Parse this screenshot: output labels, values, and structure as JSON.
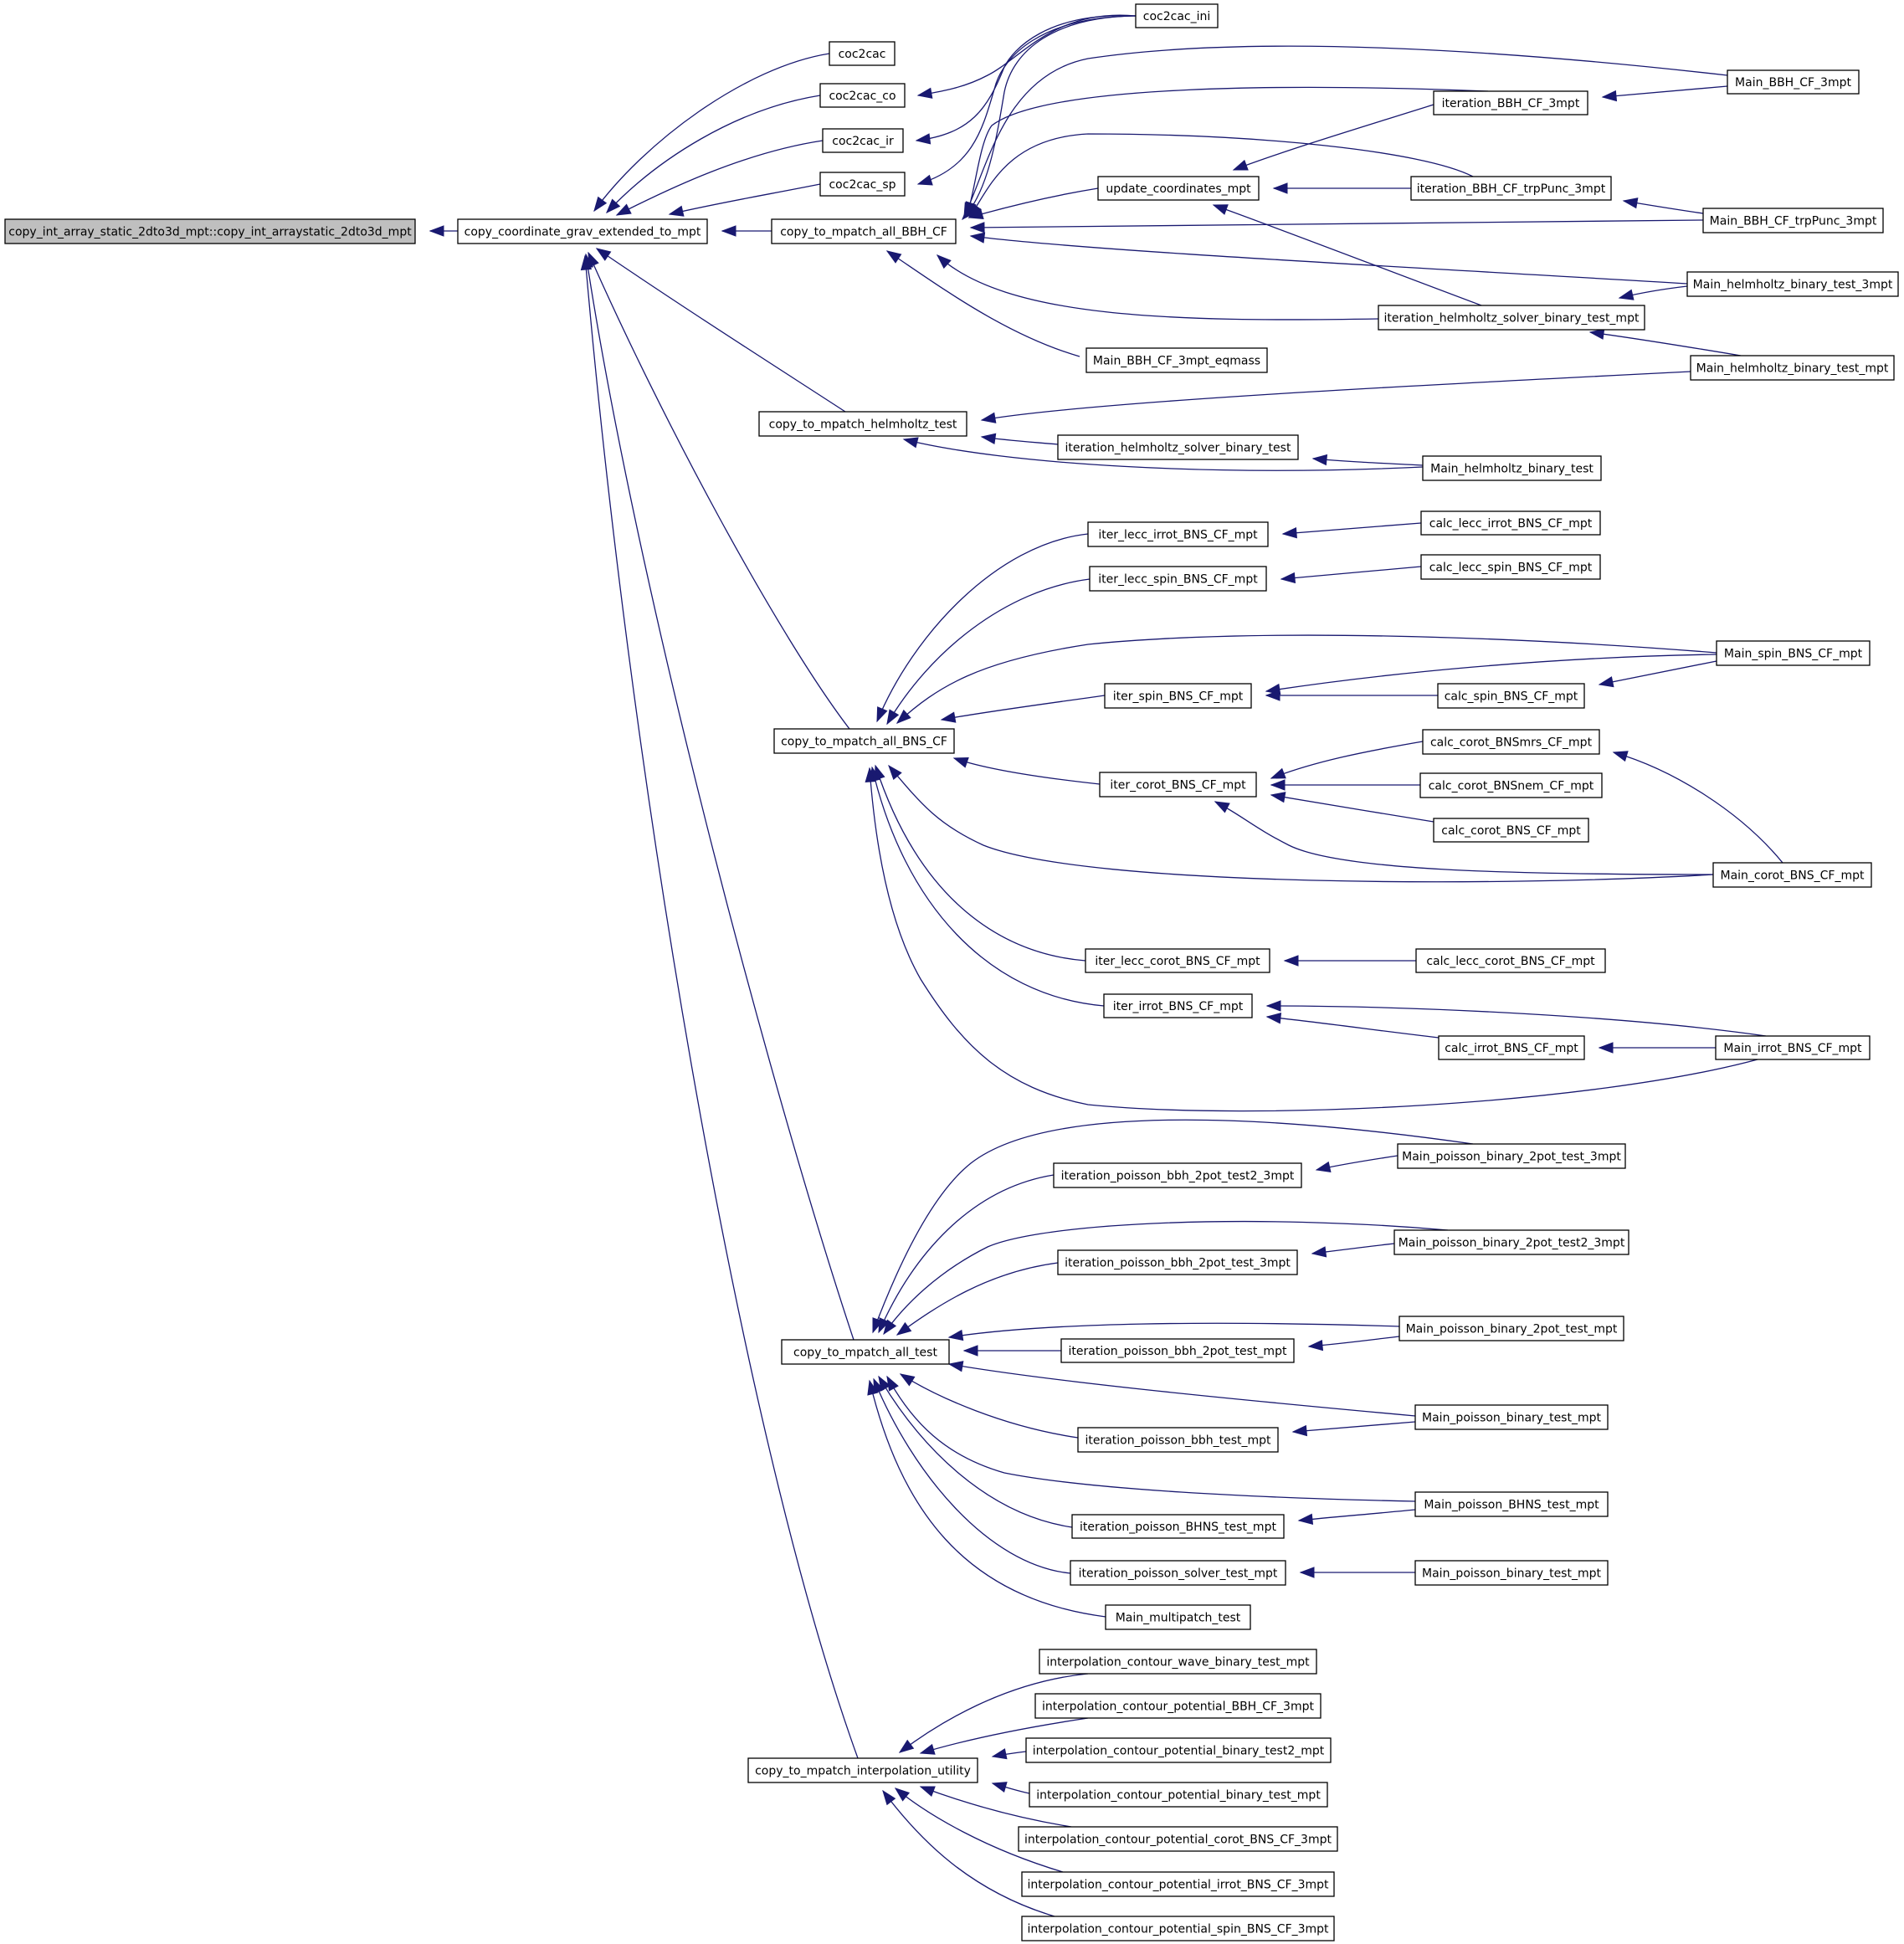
{
  "nodes": [
    {
      "id": "root",
      "label": "copy_int_array_static_2dto3d_mpt::copy_int_arraystatic_2dto3d_mpt",
      "root": true
    },
    {
      "id": "grav",
      "label": "copy_coordinate_grav_extended_to_mpt"
    },
    {
      "id": "c2c",
      "label": "coc2cac"
    },
    {
      "id": "c2c_co",
      "label": "coc2cac_co"
    },
    {
      "id": "c2c_ir",
      "label": "coc2cac_ir"
    },
    {
      "id": "c2c_sp",
      "label": "coc2cac_sp"
    },
    {
      "id": "c2c_ini",
      "label": "coc2cac_ini"
    },
    {
      "id": "bbh",
      "label": "copy_to_mpatch_all_BBH_CF"
    },
    {
      "id": "upd",
      "label": "update_coordinates_mpt"
    },
    {
      "id": "it_bbh3",
      "label": "iteration_BBH_CF_3mpt"
    },
    {
      "id": "it_bbh_trp",
      "label": "iteration_BBH_CF_trpPunc_3mpt"
    },
    {
      "id": "main_bbh3",
      "label": "Main_BBH_CF_3mpt"
    },
    {
      "id": "main_bbh_trp",
      "label": "Main_BBH_CF_trpPunc_3mpt"
    },
    {
      "id": "main_hh_b3",
      "label": "Main_helmholtz_binary_test_3mpt"
    },
    {
      "id": "it_hh_bm",
      "label": "iteration_helmholtz_solver_binary_test_mpt"
    },
    {
      "id": "main_hh_bm",
      "label": "Main_helmholtz_binary_test_mpt"
    },
    {
      "id": "main_bbh_eq",
      "label": "Main_BBH_CF_3mpt_eqmass"
    },
    {
      "id": "hh",
      "label": "copy_to_mpatch_helmholtz_test"
    },
    {
      "id": "it_hh_b",
      "label": "iteration_helmholtz_solver_binary_test"
    },
    {
      "id": "main_hh_b",
      "label": "Main_helmholtz_binary_test"
    },
    {
      "id": "bns",
      "label": "copy_to_mpatch_all_BNS_CF"
    },
    {
      "id": "il_irrot",
      "label": "iter_lecc_irrot_BNS_CF_mpt"
    },
    {
      "id": "cl_irrot",
      "label": "calc_lecc_irrot_BNS_CF_mpt"
    },
    {
      "id": "il_spin",
      "label": "iter_lecc_spin_BNS_CF_mpt"
    },
    {
      "id": "cl_spin",
      "label": "calc_lecc_spin_BNS_CF_mpt"
    },
    {
      "id": "main_spin",
      "label": "Main_spin_BNS_CF_mpt"
    },
    {
      "id": "it_spin",
      "label": "iter_spin_BNS_CF_mpt"
    },
    {
      "id": "c_spin",
      "label": "calc_spin_BNS_CF_mpt"
    },
    {
      "id": "c_bnsmrs",
      "label": "calc_corot_BNSmrs_CF_mpt"
    },
    {
      "id": "it_corot",
      "label": "iter_corot_BNS_CF_mpt"
    },
    {
      "id": "c_bnsnem",
      "label": "calc_corot_BNSnem_CF_mpt"
    },
    {
      "id": "c_corot",
      "label": "calc_corot_BNS_CF_mpt"
    },
    {
      "id": "main_corot",
      "label": "Main_corot_BNS_CF_mpt"
    },
    {
      "id": "il_corot",
      "label": "iter_lecc_corot_BNS_CF_mpt"
    },
    {
      "id": "cl_corot",
      "label": "calc_lecc_corot_BNS_CF_mpt"
    },
    {
      "id": "it_irrot",
      "label": "iter_irrot_BNS_CF_mpt"
    },
    {
      "id": "c_irrot",
      "label": "calc_irrot_BNS_CF_mpt"
    },
    {
      "id": "main_irrot",
      "label": "Main_irrot_BNS_CF_mpt"
    },
    {
      "id": "mp_2pt3",
      "label": "Main_poisson_binary_2pot_test_3mpt"
    },
    {
      "id": "ip_2pt2_3",
      "label": "iteration_poisson_bbh_2pot_test2_3mpt"
    },
    {
      "id": "mp_2pt2_3",
      "label": "Main_poisson_binary_2pot_test2_3mpt"
    },
    {
      "id": "ip_2pt3",
      "label": "iteration_poisson_bbh_2pot_test_3mpt"
    },
    {
      "id": "mp_2pt",
      "label": "Main_poisson_binary_2pot_test_mpt"
    },
    {
      "id": "test",
      "label": "copy_to_mpatch_all_test"
    },
    {
      "id": "ip_2pt",
      "label": "iteration_poisson_bbh_2pot_test_mpt"
    },
    {
      "id": "mp_bt1",
      "label": "Main_poisson_binary_test_mpt"
    },
    {
      "id": "ip_bbh",
      "label": "iteration_poisson_bbh_test_mpt"
    },
    {
      "id": "mp_bhns",
      "label": "Main_poisson_BHNS_test_mpt"
    },
    {
      "id": "ip_bhns",
      "label": "iteration_poisson_BHNS_test_mpt"
    },
    {
      "id": "ip_solver",
      "label": "iteration_poisson_solver_test_mpt"
    },
    {
      "id": "mp_bt2",
      "label": "Main_poisson_binary_test_mpt"
    },
    {
      "id": "main_multi",
      "label": "Main_multipatch_test"
    },
    {
      "id": "interp",
      "label": "copy_to_mpatch_interpolation_utility"
    },
    {
      "id": "ic_wave",
      "label": "interpolation_contour_wave_binary_test_mpt"
    },
    {
      "id": "ic_bbh3",
      "label": "interpolation_contour_potential_BBH_CF_3mpt"
    },
    {
      "id": "ic_bt2",
      "label": "interpolation_contour_potential_binary_test2_mpt"
    },
    {
      "id": "ic_bt",
      "label": "interpolation_contour_potential_binary_test_mpt"
    },
    {
      "id": "ic_corot",
      "label": "interpolation_contour_potential_corot_BNS_CF_3mpt"
    },
    {
      "id": "ic_irrot",
      "label": "interpolation_contour_potential_irrot_BNS_CF_3mpt"
    },
    {
      "id": "ic_spin",
      "label": "interpolation_contour_potential_spin_BNS_CF_3mpt"
    }
  ],
  "edges": [
    {
      "from": "grav",
      "to": "root"
    },
    {
      "from": "c2c",
      "to": "grav"
    },
    {
      "from": "c2c_co",
      "to": "grav"
    },
    {
      "from": "c2c_ir",
      "to": "grav"
    },
    {
      "from": "c2c_sp",
      "to": "grav"
    },
    {
      "from": "bbh",
      "to": "grav"
    },
    {
      "from": "hh",
      "to": "grav"
    },
    {
      "from": "bns",
      "to": "grav"
    },
    {
      "from": "test",
      "to": "grav"
    },
    {
      "from": "interp",
      "to": "grav"
    },
    {
      "from": "c2c_ini",
      "to": "c2c_co"
    },
    {
      "from": "c2c_ini",
      "to": "c2c_ir"
    },
    {
      "from": "c2c_ini",
      "to": "c2c_sp"
    },
    {
      "from": "c2c_ini",
      "to": "bbh"
    },
    {
      "from": "upd",
      "to": "bbh"
    },
    {
      "from": "it_bbh3",
      "to": "bbh"
    },
    {
      "from": "it_bbh_trp",
      "to": "bbh"
    },
    {
      "from": "main_bbh3",
      "to": "bbh"
    },
    {
      "from": "main_bbh_trp",
      "to": "bbh"
    },
    {
      "from": "main_hh_b3",
      "to": "bbh"
    },
    {
      "from": "it_hh_bm",
      "to": "bbh"
    },
    {
      "from": "main_bbh_eq",
      "to": "bbh"
    },
    {
      "from": "it_bbh3",
      "to": "upd"
    },
    {
      "from": "it_bbh_trp",
      "to": "upd"
    },
    {
      "from": "it_hh_bm",
      "to": "upd"
    },
    {
      "from": "main_bbh3",
      "to": "it_bbh3"
    },
    {
      "from": "main_bbh_trp",
      "to": "it_bbh_trp"
    },
    {
      "from": "main_hh_b3",
      "to": "it_hh_bm"
    },
    {
      "from": "main_hh_bm",
      "to": "it_hh_bm"
    },
    {
      "from": "main_hh_bm",
      "to": "hh"
    },
    {
      "from": "it_hh_b",
      "to": "hh"
    },
    {
      "from": "main_hh_b",
      "to": "hh"
    },
    {
      "from": "main_hh_b",
      "to": "it_hh_b"
    },
    {
      "from": "il_irrot",
      "to": "bns"
    },
    {
      "from": "il_spin",
      "to": "bns"
    },
    {
      "from": "main_spin",
      "to": "bns"
    },
    {
      "from": "it_spin",
      "to": "bns"
    },
    {
      "from": "it_corot",
      "to": "bns"
    },
    {
      "from": "main_corot",
      "to": "bns"
    },
    {
      "from": "il_corot",
      "to": "bns"
    },
    {
      "from": "it_irrot",
      "to": "bns"
    },
    {
      "from": "main_irrot",
      "to": "bns"
    },
    {
      "from": "cl_irrot",
      "to": "il_irrot"
    },
    {
      "from": "cl_spin",
      "to": "il_spin"
    },
    {
      "from": "main_spin",
      "to": "it_spin"
    },
    {
      "from": "c_spin",
      "to": "it_spin"
    },
    {
      "from": "main_spin",
      "to": "c_spin"
    },
    {
      "from": "c_bnsmrs",
      "to": "it_corot"
    },
    {
      "from": "c_bnsnem",
      "to": "it_corot"
    },
    {
      "from": "c_corot",
      "to": "it_corot"
    },
    {
      "from": "main_corot",
      "to": "it_corot"
    },
    {
      "from": "main_corot",
      "to": "c_bnsmrs"
    },
    {
      "from": "cl_corot",
      "to": "il_corot"
    },
    {
      "from": "main_irrot",
      "to": "it_irrot"
    },
    {
      "from": "c_irrot",
      "to": "it_irrot"
    },
    {
      "from": "main_irrot",
      "to": "c_irrot"
    },
    {
      "from": "mp_2pt3",
      "to": "test"
    },
    {
      "from": "ip_2pt2_3",
      "to": "test"
    },
    {
      "from": "mp_2pt2_3",
      "to": "test"
    },
    {
      "from": "ip_2pt3",
      "to": "test"
    },
    {
      "from": "mp_2pt",
      "to": "test"
    },
    {
      "from": "ip_2pt",
      "to": "test"
    },
    {
      "from": "mp_bt1",
      "to": "test"
    },
    {
      "from": "ip_bbh",
      "to": "test"
    },
    {
      "from": "mp_bhns",
      "to": "test"
    },
    {
      "from": "ip_bhns",
      "to": "test"
    },
    {
      "from": "ip_solver",
      "to": "test"
    },
    {
      "from": "main_multi",
      "to": "test"
    },
    {
      "from": "mp_2pt3",
      "to": "ip_2pt2_3"
    },
    {
      "from": "mp_2pt2_3",
      "to": "ip_2pt3"
    },
    {
      "from": "mp_2pt",
      "to": "ip_2pt"
    },
    {
      "from": "mp_bt1",
      "to": "ip_bbh"
    },
    {
      "from": "mp_bhns",
      "to": "ip_bhns"
    },
    {
      "from": "mp_bt2",
      "to": "ip_solver"
    },
    {
      "from": "ic_wave",
      "to": "interp"
    },
    {
      "from": "ic_bbh3",
      "to": "interp"
    },
    {
      "from": "ic_bt2",
      "to": "interp"
    },
    {
      "from": "ic_bt",
      "to": "interp"
    },
    {
      "from": "ic_corot",
      "to": "interp"
    },
    {
      "from": "ic_irrot",
      "to": "interp"
    },
    {
      "from": "ic_spin",
      "to": "interp"
    }
  ],
  "colors": {
    "edge": "#191970",
    "root_fill": "#bfbfbf",
    "node_fill": "#ffffff",
    "border": "#000000"
  }
}
